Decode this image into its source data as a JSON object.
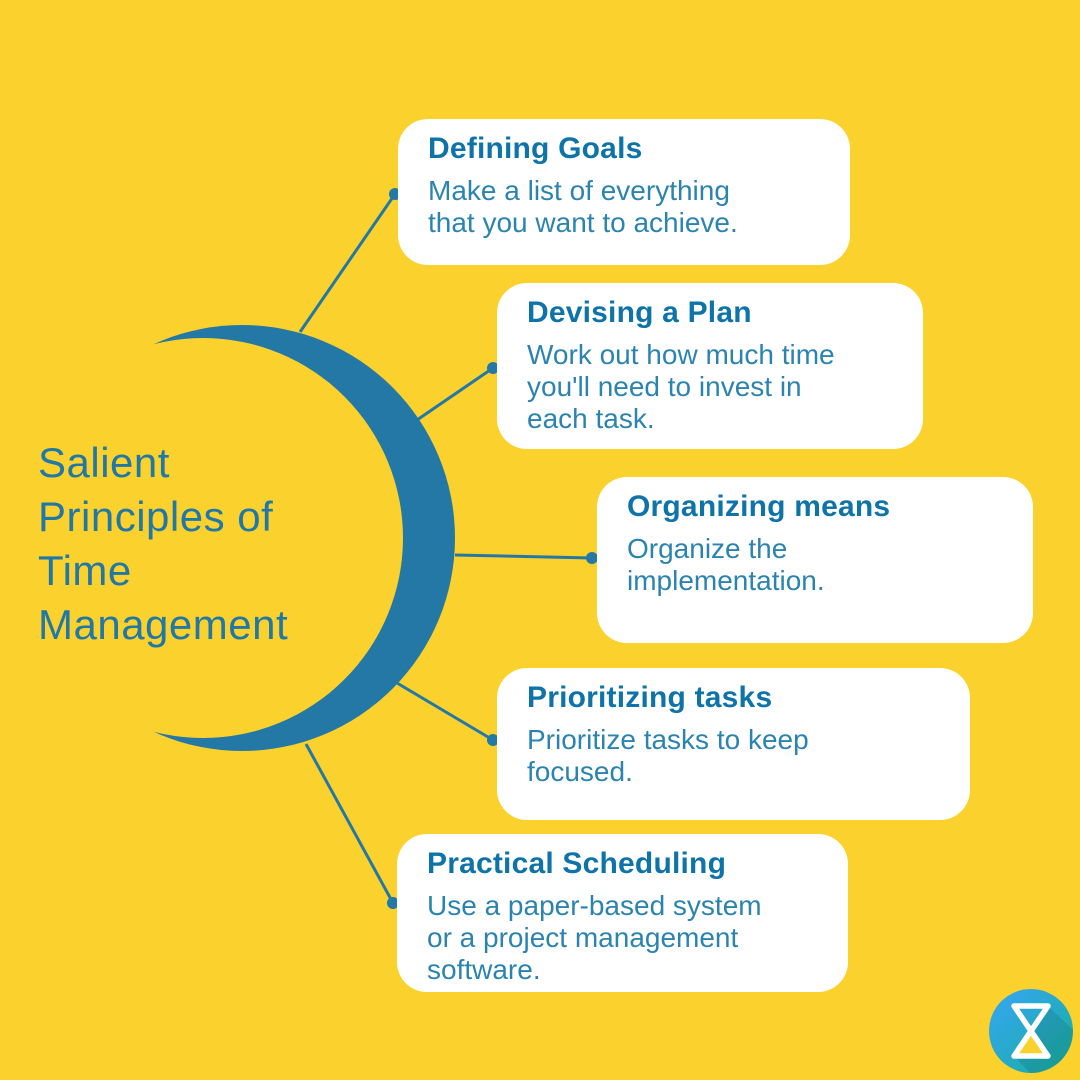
{
  "title": {
    "lines": [
      "Salient",
      "Principles of",
      "Time",
      "Management"
    ]
  },
  "cards": [
    {
      "id": "defining-goals",
      "heading": "Defining Goals",
      "body_lines": [
        "Make a list of everything",
        "that you want to achieve."
      ]
    },
    {
      "id": "devising-a-plan",
      "heading": "Devising a Plan",
      "body_lines": [
        "Work out how much time",
        "you'll need to invest in",
        "each task."
      ]
    },
    {
      "id": "organizing-means",
      "heading": "Organizing means",
      "body_lines": [
        "Organize the",
        "implementation."
      ]
    },
    {
      "id": "prioritizing-tasks",
      "heading": "Prioritizing tasks",
      "body_lines": [
        "Prioritize tasks to keep",
        "focused."
      ]
    },
    {
      "id": "practical-scheduling",
      "heading": "Practical Scheduling",
      "body_lines": [
        "Use a paper-based system",
        "or a project management",
        "software."
      ]
    }
  ],
  "logo": {
    "icon": "hourglass-icon"
  },
  "colors": {
    "background": "#FBD12D",
    "primary_blue": "#2478A6",
    "heading_text": "#0D73A8",
    "body_text": "#2B84B0",
    "card_background": "#FFFFFF",
    "logo_gradient_start": "#37A5F5",
    "logo_gradient_end": "#17AF9E",
    "logo_sand": "#FBD12D"
  }
}
